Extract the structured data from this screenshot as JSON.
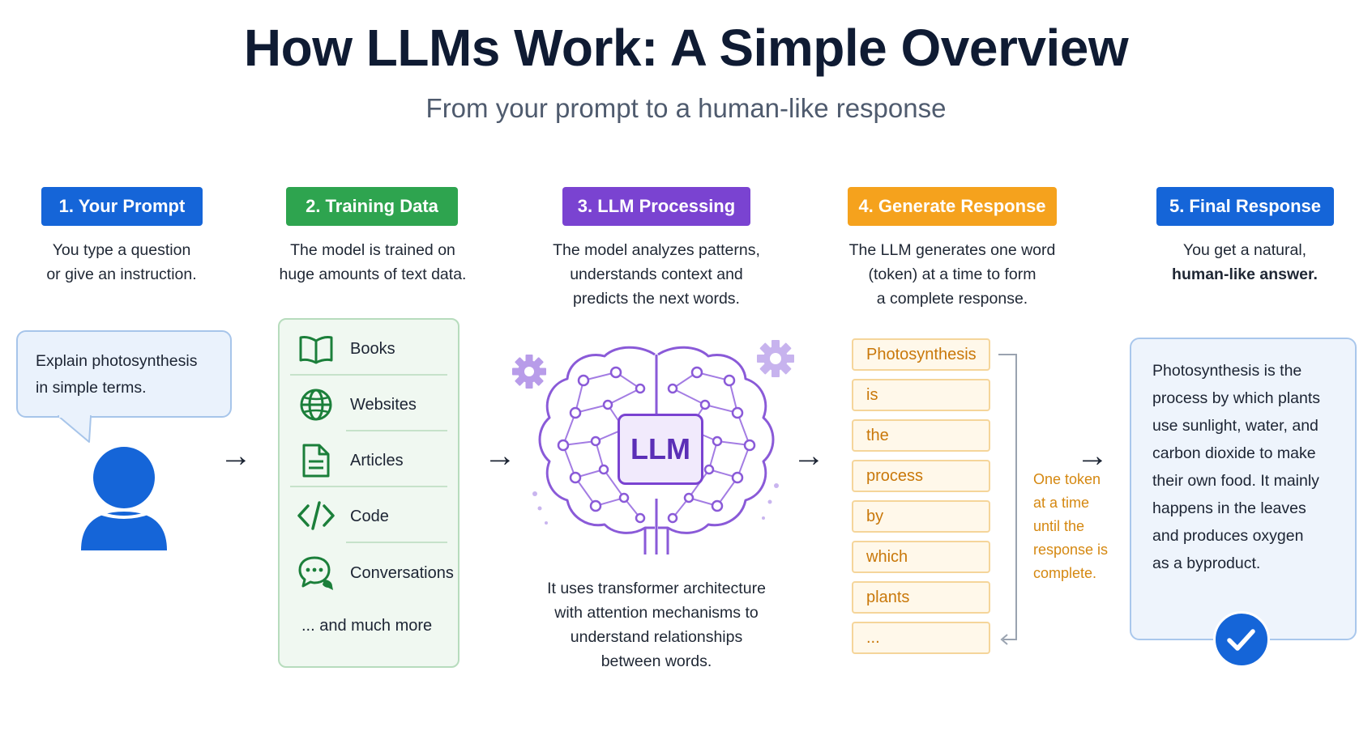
{
  "title": "How LLMs Work: A Simple Overview",
  "subtitle": "From your prompt to a human-like response",
  "colors": {
    "blue": "#1565d8",
    "green": "#2ea44f",
    "purple": "#7a43d1",
    "orange": "#f5a21d"
  },
  "steps": [
    {
      "badge": "1. Your Prompt",
      "desc": [
        "You type a question",
        "or give an instruction."
      ],
      "prompt": [
        "Explain photosynthesis",
        "in simple terms."
      ]
    },
    {
      "badge": "2. Training Data",
      "desc": [
        "The model is trained on",
        "huge amounts of text data."
      ],
      "items": [
        {
          "label": "Books",
          "icon": "book-icon"
        },
        {
          "label": "Websites",
          "icon": "globe-icon"
        },
        {
          "label": "Articles",
          "icon": "document-icon"
        },
        {
          "label": "Code",
          "icon": "code-icon"
        },
        {
          "label": "Conversations",
          "icon": "chat-icon"
        }
      ],
      "more": "... and much more"
    },
    {
      "badge": "3. LLM Processing",
      "desc": [
        "The model analyzes patterns,",
        "understands context and",
        "predicts the next words."
      ],
      "chip_label": "LLM",
      "note": [
        "It uses transformer architecture",
        "with attention mechanisms to",
        "understand relationships",
        "between words."
      ]
    },
    {
      "badge": "4. Generate Response",
      "desc": [
        "The LLM generates one word",
        "(token) at a time to form",
        "a complete response."
      ],
      "tokens": [
        "Photosynthesis",
        "is",
        "the",
        "process",
        "by",
        "which",
        "plants",
        "..."
      ],
      "note": [
        "One token",
        "at a time",
        "until the",
        "response is",
        "complete."
      ]
    },
    {
      "badge": "5. Final Response",
      "desc_line1": "You get a natural,",
      "desc_line2": "human-like answer.",
      "answer": [
        "Photosynthesis is the",
        "process by which plants",
        "use sunlight, water, and",
        "carbon dioxide to make",
        "their own food. It mainly",
        "happens in the leaves",
        "and produces oxygen",
        "as a byproduct."
      ]
    }
  ]
}
